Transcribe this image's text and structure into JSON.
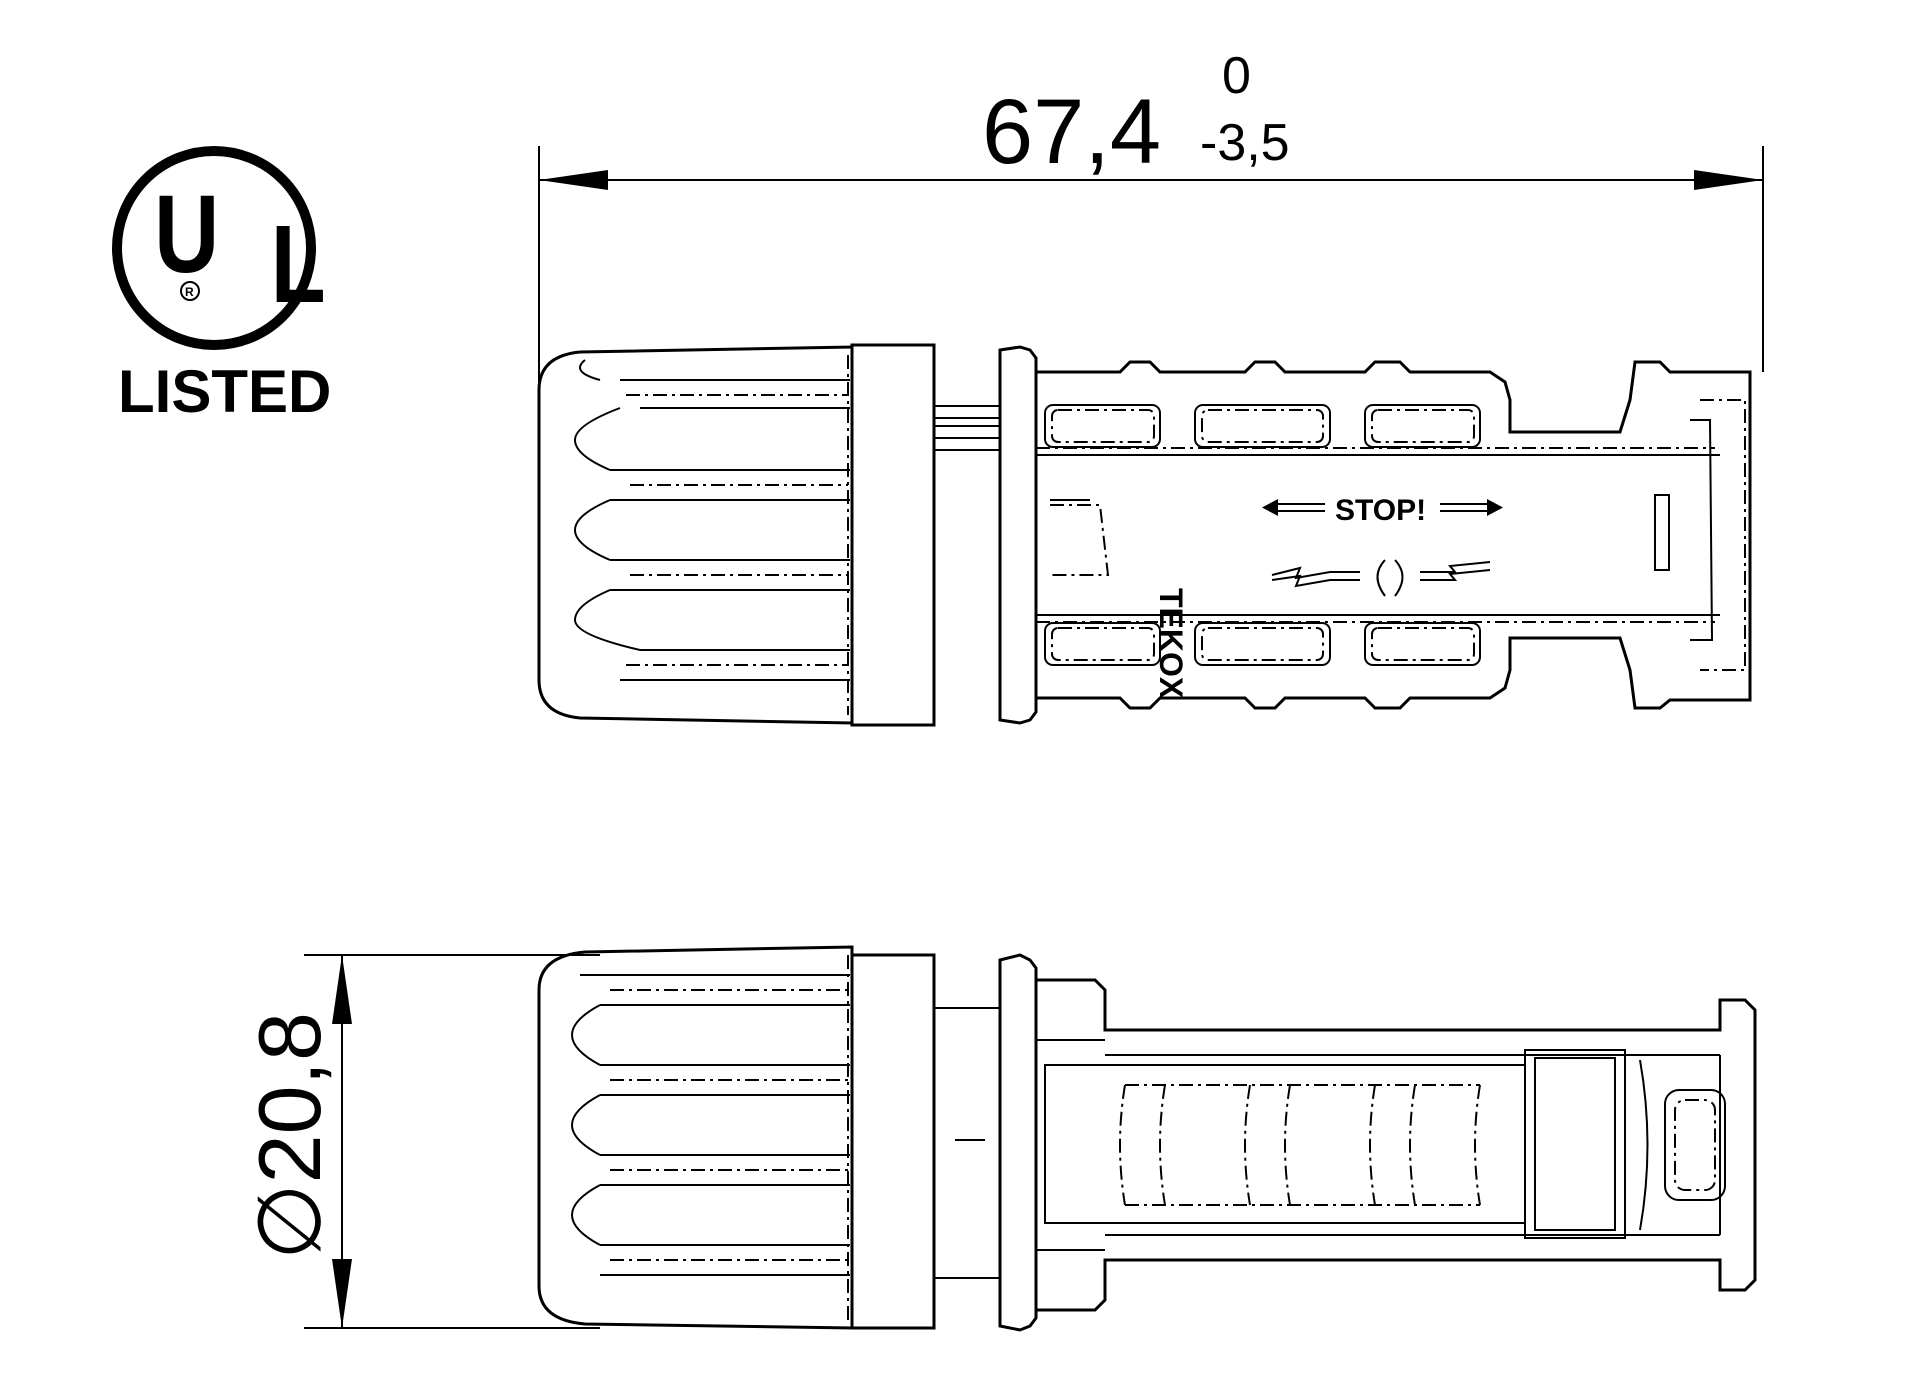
{
  "logo": {
    "letters_u": "U",
    "letters_l": "L",
    "registered": "R",
    "caption": "LISTED"
  },
  "dimensions": {
    "length_value": "67,4",
    "length_tol_upper": "0",
    "length_tol_lower": "-3,5",
    "diameter_symbol": "∅",
    "diameter_value": "20,8"
  },
  "part_markings": {
    "brand": "TEKOX",
    "stop_label": "STOP!"
  },
  "colors": {
    "line": "#000000",
    "background": "#ffffff"
  }
}
